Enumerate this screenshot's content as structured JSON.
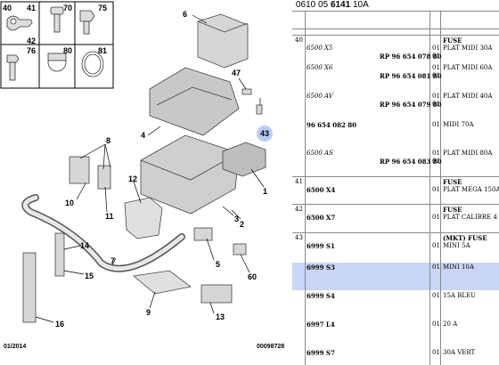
{
  "header": {
    "prefix": "0610 05 ",
    "bold": "6141",
    "suffix": " 10A"
  },
  "legend": [
    {
      "num": "40"
    },
    {
      "num": "41"
    },
    {
      "num": "42"
    },
    {
      "num": "70"
    },
    {
      "num": "75"
    },
    {
      "num": "76"
    },
    {
      "num": "80"
    },
    {
      "num": "81"
    }
  ],
  "callouts": [
    {
      "id": "6",
      "label": "6"
    },
    {
      "id": "47",
      "label": "47"
    },
    {
      "id": "43",
      "label": "43"
    },
    {
      "id": "4",
      "label": "4"
    },
    {
      "id": "8",
      "label": "8"
    },
    {
      "id": "10",
      "label": "10"
    },
    {
      "id": "11",
      "label": "11"
    },
    {
      "id": "12",
      "label": "12"
    },
    {
      "id": "1",
      "label": "1"
    },
    {
      "id": "3",
      "label": "3"
    },
    {
      "id": "2",
      "label": "2"
    },
    {
      "id": "5",
      "label": "5"
    },
    {
      "id": "60",
      "label": "60"
    },
    {
      "id": "7",
      "label": "7"
    },
    {
      "id": "14",
      "label": "14"
    },
    {
      "id": "15",
      "label": "15"
    },
    {
      "id": "16",
      "label": "16"
    },
    {
      "id": "9",
      "label": "9"
    },
    {
      "id": "13",
      "label": "13"
    }
  ],
  "footer": {
    "date": "01/2014",
    "code": "00098728"
  },
  "rows": {
    "r40": {
      "num": "40",
      "type": "FUSE"
    },
    "r40a": {
      "ref": "6500 X5",
      "q": "01",
      "desc": "PLAT MIDI 30A",
      "rp": "RP 96 654 078 80",
      "rq": "01"
    },
    "r40b": {
      "ref": "6500 X6",
      "q": "01",
      "desc": "PLAT MIDI 60A",
      "rp": "RP 96 654 081 80",
      "rq": "01"
    },
    "r40c": {
      "ref": "6500 AV",
      "q": "01",
      "desc": "PLAT MIDI 40A",
      "rp": "RP 96 654 079 80",
      "rq": "01"
    },
    "r40d": {
      "ref": "96 654 082 80",
      "q": "01",
      "desc": "MIDI 70A"
    },
    "r40e": {
      "ref": "6500 AS",
      "q": "01",
      "desc": "PLAT MIDI 80A",
      "rp": "RP 96 654 083 80",
      "rq": "01"
    },
    "r41": {
      "num": "41",
      "type": "FUSE",
      "ref": "6500 X4",
      "q": "01",
      "desc": "PLAT MEGA 150A"
    },
    "r42": {
      "num": "42",
      "type": "FUSE",
      "ref": "6500 X7",
      "q": "01",
      "desc": "PLAT CALIBRE 4"
    },
    "r43": {
      "num": "43",
      "type": "(MKT) FUSE",
      "ref": "6999 S1",
      "q": "01",
      "desc": "MINI 5A"
    },
    "r43b": {
      "ref": "6999 S3",
      "q": "01",
      "desc": "MINI 10A"
    },
    "r43c": {
      "ref": "6999 S4",
      "q": "01",
      "desc": "15A BLEU"
    },
    "r43d": {
      "ref": "6997 L4",
      "q": "01",
      "desc": "20 A"
    },
    "r43e": {
      "ref": "6999 S7",
      "q": "01",
      "desc": "30A VERT"
    }
  }
}
